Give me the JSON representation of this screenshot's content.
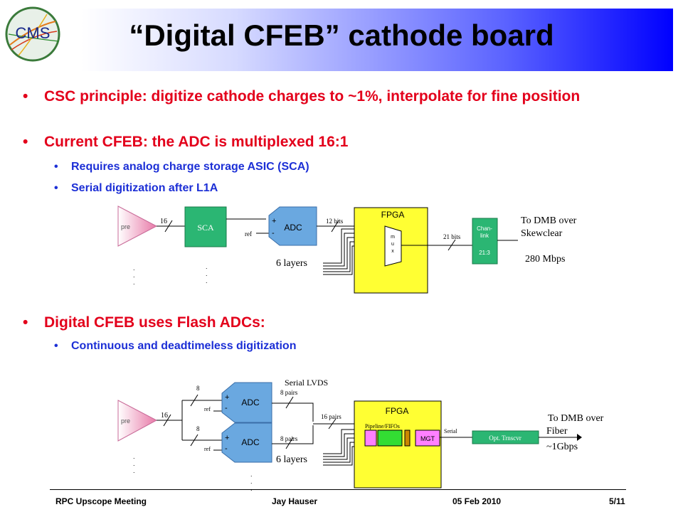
{
  "slide": {
    "title": "“Digital CFEB” cathode board",
    "logo_text": "CMS",
    "bullets": {
      "b1": "CSC principle: digitize cathode charges to ~1%, interpolate for fine position",
      "b2": "Current CFEB: the ADC is multiplexed 16:1",
      "b2_sub1": "Requires analog charge storage ASIC (SCA)",
      "b2_sub2": "Serial digitization after L1A",
      "b3": "Digital CFEB uses Flash ADCs:",
      "b3_sub1": "Continuous and deadtimeless digitization"
    },
    "footer": {
      "meeting": "RPC Upscope Meeting",
      "author": "Jay Hauser",
      "date": "05 Feb 2010",
      "page": "5/11"
    }
  },
  "diagram1": {
    "pre": "pre",
    "bus_pre_sca": "16",
    "sca": "SCA",
    "plus": "+",
    "minus": "-",
    "ref": "ref",
    "adc": "ADC",
    "bus_adc_fpga": "12 bits",
    "fpga": "FPGA",
    "mux": [
      "m",
      "u",
      "x"
    ],
    "bus_fpga_link": "21 bits",
    "chanlink_line1": "Chan-",
    "chanlink_line2": "link",
    "chanlink_ratio": "21:3",
    "out_line1": "To DMB over",
    "out_line2": "Skewclear",
    "rate": "280 Mbps",
    "layers": "6 layers"
  },
  "diagram2": {
    "pre": "pre",
    "bus_pre": "16",
    "bus_split": "8",
    "ref": "ref",
    "plus": "+",
    "minus": "-",
    "adc": "ADC",
    "pairs": "8 pairs",
    "serial_lvds": "Serial LVDS",
    "pairs_total": "16 pairs",
    "fpga": "FPGA",
    "pipeline": "Pipeline/FIFOs",
    "mgt": "MGT",
    "serial": "Serial",
    "opt": "Opt. Trnscvr",
    "out_line1": "To DMB over",
    "out_line2": "Fiber",
    "rate": "~1Gbps",
    "layers": "6 layers"
  }
}
